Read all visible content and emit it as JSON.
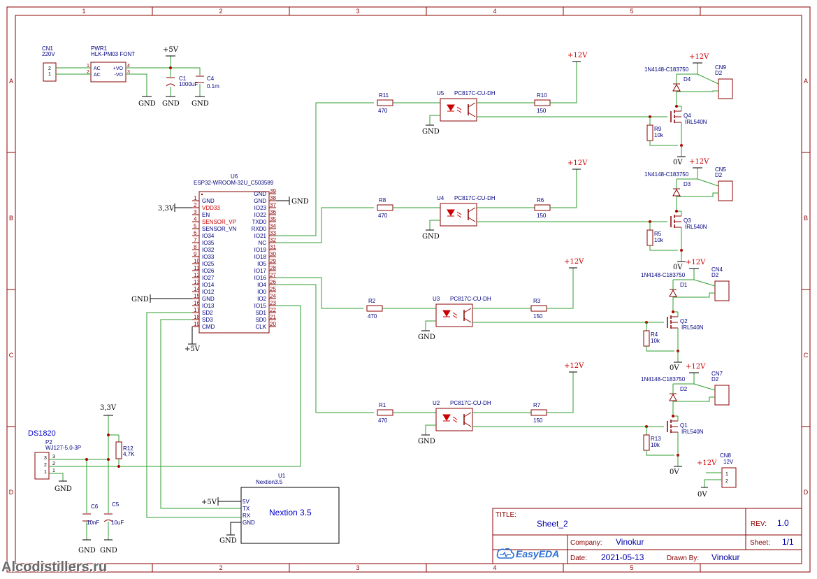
{
  "frame": {
    "cols": [
      "1",
      "2",
      "3",
      "4",
      "5"
    ],
    "rows": [
      "A",
      "B",
      "C",
      "D"
    ]
  },
  "labels": {
    "gnd": "GND",
    "p5v": "+5V",
    "p12v": "+12V",
    "p33v": "3,3V",
    "zero_v": "0V",
    "ds1820": "DS1820"
  },
  "cn1": {
    "ref": "CN1",
    "value": "220V",
    "pins": [
      "2",
      "1"
    ]
  },
  "pwr1": {
    "ref": "PWR1",
    "value": "HLK-PM03 FONT",
    "left_pins": [
      "AC",
      "AC"
    ],
    "right_pins": [
      "+VO",
      "-VO"
    ],
    "pin_nums": [
      "1",
      "2",
      "4",
      "3"
    ]
  },
  "c1": {
    "ref": "C1",
    "value": "1000uF"
  },
  "c4": {
    "ref": "C4",
    "value": "0.1m"
  },
  "u6": {
    "ref": "U6",
    "value": "ESP32-WROOM-32U_C503589",
    "left_pins": [
      {
        "n": "1",
        "name": "GND"
      },
      {
        "n": "2",
        "name": "VDD33"
      },
      {
        "n": "3",
        "name": "EN"
      },
      {
        "n": "4",
        "name": "SENSOR_VP"
      },
      {
        "n": "5",
        "name": "SENSOR_VN"
      },
      {
        "n": "6",
        "name": "IO34"
      },
      {
        "n": "7",
        "name": "IO35"
      },
      {
        "n": "8",
        "name": "IO32"
      },
      {
        "n": "9",
        "name": "IO33"
      },
      {
        "n": "10",
        "name": "IO25"
      },
      {
        "n": "11",
        "name": "IO26"
      },
      {
        "n": "12",
        "name": "IO27"
      },
      {
        "n": "13",
        "name": "IO14"
      },
      {
        "n": "14",
        "name": "IO12"
      },
      {
        "n": "15",
        "name": "GND"
      },
      {
        "n": "16",
        "name": "IO13"
      },
      {
        "n": "17",
        "name": "SD2"
      },
      {
        "n": "18",
        "name": "SD3"
      },
      {
        "n": "19",
        "name": "CMD"
      }
    ],
    "right_pins": [
      {
        "n": "39",
        "name": "GND"
      },
      {
        "n": "38",
        "name": "GND"
      },
      {
        "n": "37",
        "name": "IO23"
      },
      {
        "n": "36",
        "name": "IO22"
      },
      {
        "n": "35",
        "name": "TXD0"
      },
      {
        "n": "34",
        "name": "RXD0"
      },
      {
        "n": "33",
        "name": "IO21"
      },
      {
        "n": "32",
        "name": "NC"
      },
      {
        "n": "31",
        "name": "IO19"
      },
      {
        "n": "30",
        "name": "IO18"
      },
      {
        "n": "29",
        "name": "IO5"
      },
      {
        "n": "28",
        "name": "IO17"
      },
      {
        "n": "27",
        "name": "IO16"
      },
      {
        "n": "26",
        "name": "IO4"
      },
      {
        "n": "25",
        "name": "IO0"
      },
      {
        "n": "24",
        "name": "IO2"
      },
      {
        "n": "23",
        "name": "IO15"
      },
      {
        "n": "22",
        "name": "SD1"
      },
      {
        "n": "21",
        "name": "SD0"
      },
      {
        "n": "20",
        "name": "CLK"
      }
    ]
  },
  "channels": [
    {
      "r_in": "R11",
      "r_in_val": "470",
      "opto": "U5",
      "opto_val": "PC817C-CU-DH",
      "r_g": "R10",
      "r_g_val": "150",
      "r_pd": "R9",
      "r_pd_val": "10k",
      "fet": "Q4",
      "fet_val": "IRL540N",
      "diode": "D4",
      "diode_val": "1N4148-C183750",
      "cn": "CN9",
      "cn_val": "D2"
    },
    {
      "r_in": "R8",
      "r_in_val": "470",
      "opto": "U4",
      "opto_val": "PC817C-CU-DH",
      "r_g": "R6",
      "r_g_val": "150",
      "r_pd": "R5",
      "r_pd_val": "10k",
      "fet": "Q3",
      "fet_val": "IRL540N",
      "diode": "D3",
      "diode_val": "1N4148-C183750",
      "cn": "CN5",
      "cn_val": "D2"
    },
    {
      "r_in": "R2",
      "r_in_val": "470",
      "opto": "U3",
      "opto_val": "PC817C-CU-DH",
      "r_g": "R3",
      "r_g_val": "150",
      "r_pd": "R4",
      "r_pd_val": "10k",
      "fet": "Q2",
      "fet_val": "IRL540N",
      "diode": "D1",
      "diode_val": "1N4148-C183750",
      "cn": "CN4",
      "cn_val": "D2"
    },
    {
      "r_in": "R1",
      "r_in_val": "470",
      "opto": "U2",
      "opto_val": "PC817C-CU-DH",
      "r_g": "R7",
      "r_g_val": "150",
      "r_pd": "R13",
      "r_pd_val": "10k",
      "fet": "Q1",
      "fet_val": "IRL540N",
      "diode": "D2",
      "diode_val": "1N4148-C183750",
      "cn": "CN7",
      "cn_val": "D2"
    }
  ],
  "p2": {
    "ref": "P2",
    "value": "WJ127-5.0-3P",
    "pins": [
      "3",
      "2",
      "1"
    ]
  },
  "r12": {
    "ref": "R12",
    "value": "4,7K"
  },
  "c6": {
    "ref": "C6",
    "value": "10nF"
  },
  "c5": {
    "ref": "C5",
    "value": "10uF"
  },
  "u1": {
    "ref": "U1",
    "value": "Nextion3.5",
    "body": "Nextion 3.5",
    "pins": [
      "5V",
      "TX",
      "RX",
      "GND"
    ]
  },
  "cn8": {
    "ref": "CN8",
    "value": "12V",
    "pins": [
      "1",
      "2"
    ]
  },
  "title_block": {
    "title_label": "TITLE:",
    "title": "Sheet_2",
    "rev_label": "REV:",
    "rev": "1.0",
    "brand": "EasyEDA",
    "company_label": "Company:",
    "company": "Vinokur",
    "sheet_label": "Sheet:",
    "sheet": "1/1",
    "date_label": "Date:",
    "date": "2021-05-13",
    "drawn_label": "Drawn By:",
    "drawn": "Vinokur"
  },
  "watermark": "Alcodistillers.ru",
  "colors": {
    "wire": "#2f9e2f",
    "body": "#8b0000",
    "label": "#0000aa",
    "frame": "#8b0000",
    "junction": "#b00000",
    "power": "#000000"
  }
}
